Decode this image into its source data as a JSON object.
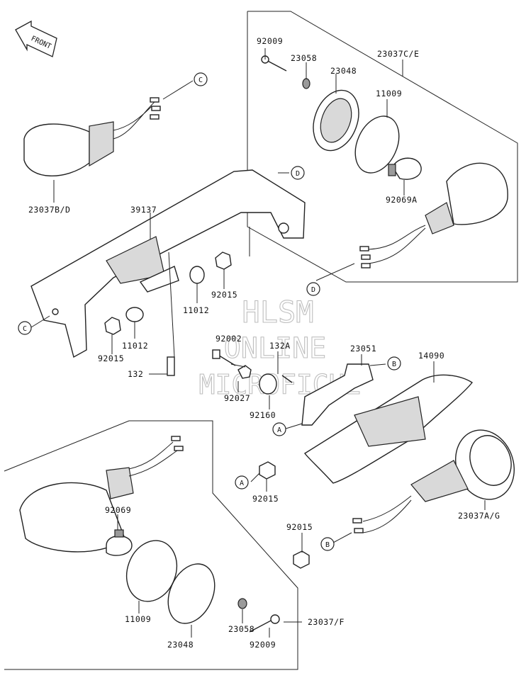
{
  "front_arrow_label": "FRONT",
  "watermark": {
    "line1": "HLSM",
    "line2": "ONLINE",
    "line3": "MICROFICHE"
  },
  "part_labels": {
    "p92009_top": "92009",
    "p23058_top": "23058",
    "p23037ce": "23037C/E",
    "p23048_top": "23048",
    "p11009_top": "11009",
    "p92069a": "92069A",
    "p23037bd": "23037B/D",
    "p39137": "39137",
    "p92015_mid": "92015",
    "p11012_right": "11012",
    "p11012_left": "11012",
    "p92015_left": "92015",
    "p132": "132",
    "p92002": "92002",
    "p132a": "132A",
    "p23051": "23051",
    "p14090": "14090",
    "p92027": "92027",
    "p92160": "92160",
    "p92015_lowA": "92015",
    "p23037ag": "23037A/G",
    "p92015_lowB": "92015",
    "p92069": "92069",
    "p11009_bottom": "11009",
    "p23058_bottom": "23058",
    "p23048_bottom": "23048",
    "p92009_bottom": "92009",
    "p23037f": "23037/F"
  },
  "callouts": {
    "c_top": "C",
    "d_top": "D",
    "c_left": "C",
    "d_right": "D",
    "b_bracket": "B",
    "a_bracket": "A",
    "a_lower": "A",
    "b_lower": "B"
  }
}
